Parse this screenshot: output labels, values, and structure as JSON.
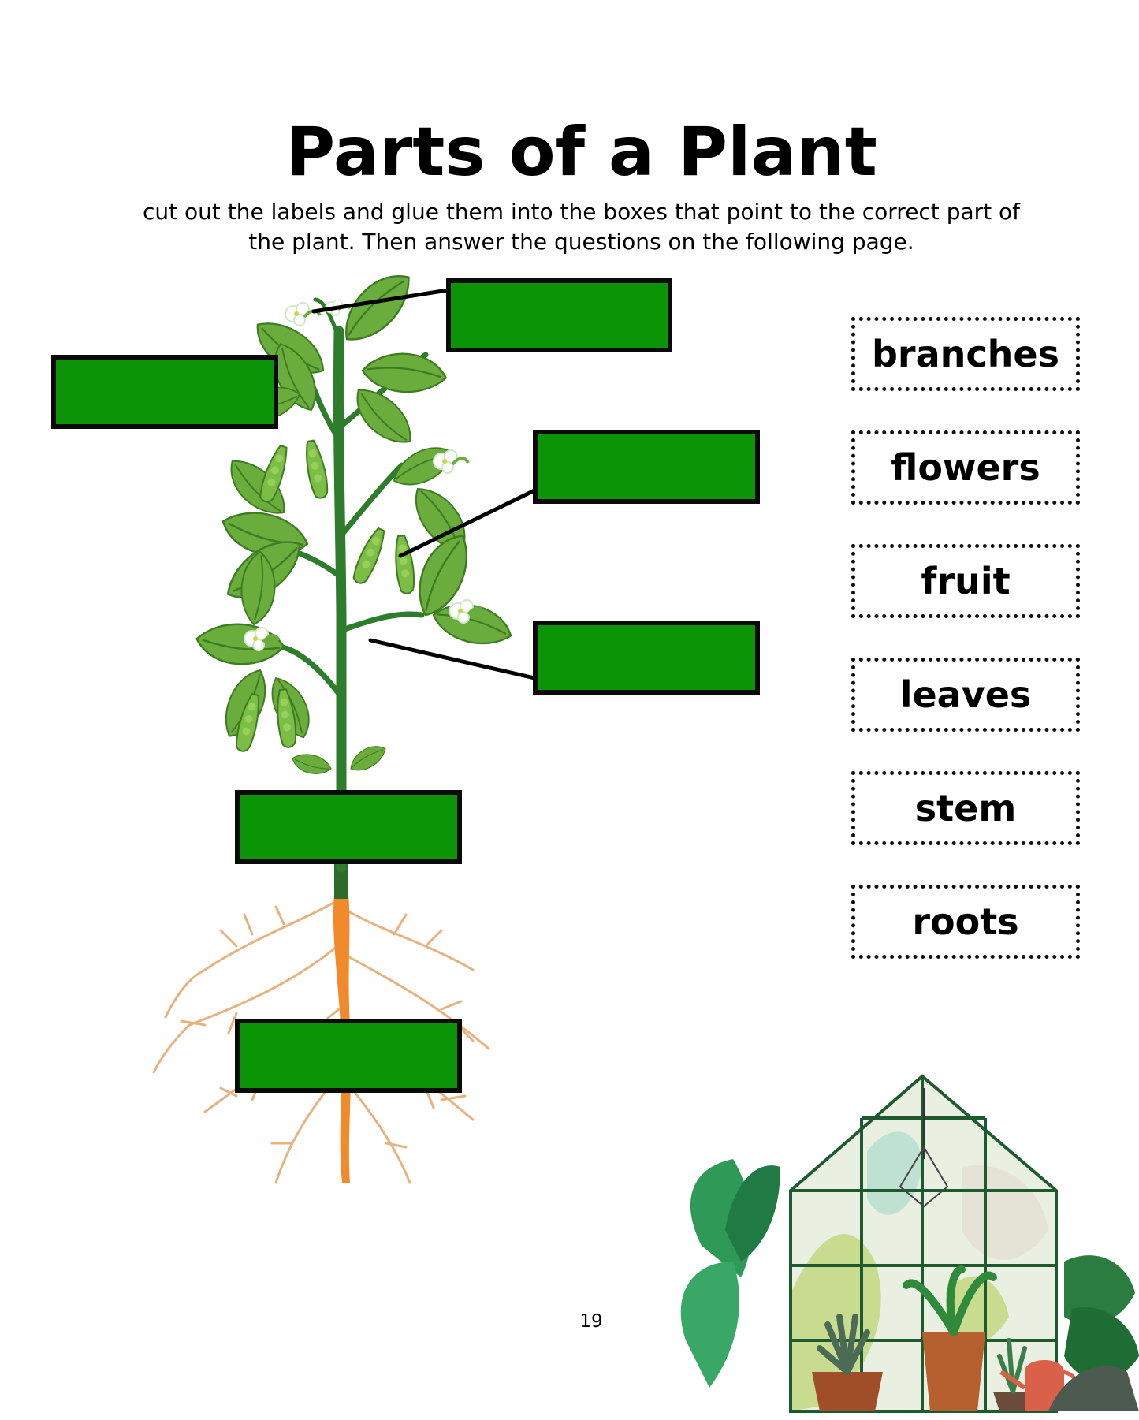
{
  "worksheet": {
    "title": "Parts of a Plant",
    "instructions": [
      "cut out the labels and glue them into the boxes that point to the correct part of",
      "the plant. Then answer the questions on the following page."
    ]
  },
  "labels": [
    "branches",
    "flowers",
    "fruit",
    "leaves",
    "stem",
    "roots"
  ],
  "page_number": "19",
  "colors": {
    "blank_box": "#0a9406",
    "leaf": "#6aad3c",
    "stem": "#2d7d2c",
    "root": "#e8b27f",
    "taproot": "#f08a2a"
  }
}
